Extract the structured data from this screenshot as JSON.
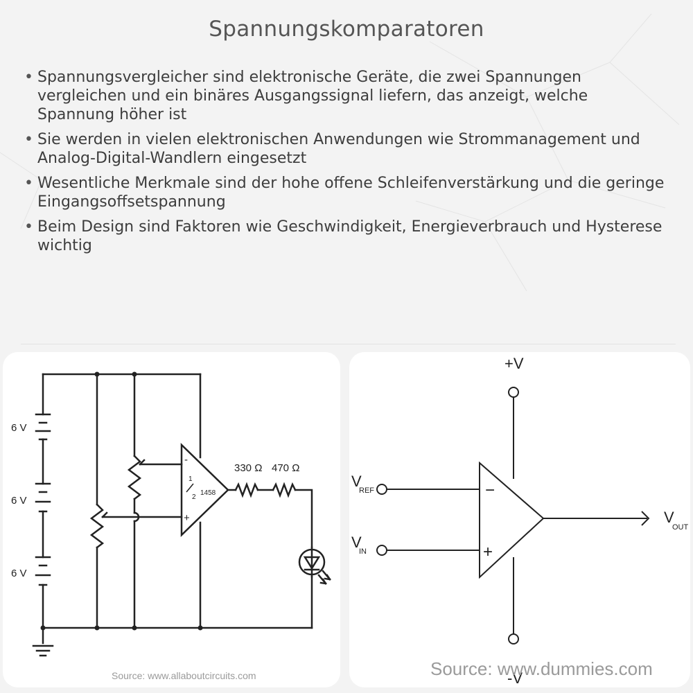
{
  "page": {
    "title": "Spannungskomparatoren",
    "bullets": [
      "Spannungsvergleicher sind elektronische Geräte, die zwei Spannungen vergleichen und ein binäres Ausgangssignal liefern, das anzeigt, welche Spannung höher ist",
      "Sie werden in vielen elektronischen Anwendungen wie Strommanagement und Analog-Digital-Wandlern eingesetzt",
      "Wesentliche Merkmale sind der hohe offene Schleifenverstärkung und die geringe Eingangsoffsetspannung",
      "Beim Design sind Faktoren wie Geschwindigkeit, Energieverbrauch und Hysterese wichtig"
    ]
  },
  "left_diagram": {
    "battery_labels": [
      "6 V",
      "6 V",
      "6 V"
    ],
    "opamp_fraction_num": "1",
    "opamp_fraction_den": "2",
    "opamp_part": "1458",
    "minus_sign": "-",
    "plus_sign": "+",
    "resistor1": "330 Ω",
    "resistor2": "470 Ω",
    "source": "Source: www.allaboutcircuits.com"
  },
  "right_diagram": {
    "vplus": "+V",
    "vminus": "-V",
    "vref_main": "V",
    "vref_sub": "REF",
    "vin_main": "V",
    "vin_sub": "IN",
    "vout_main": "V",
    "vout_sub": "OUT",
    "minus_sign": "−",
    "plus_sign": "+",
    "source": "Source: www.dummies.com"
  }
}
